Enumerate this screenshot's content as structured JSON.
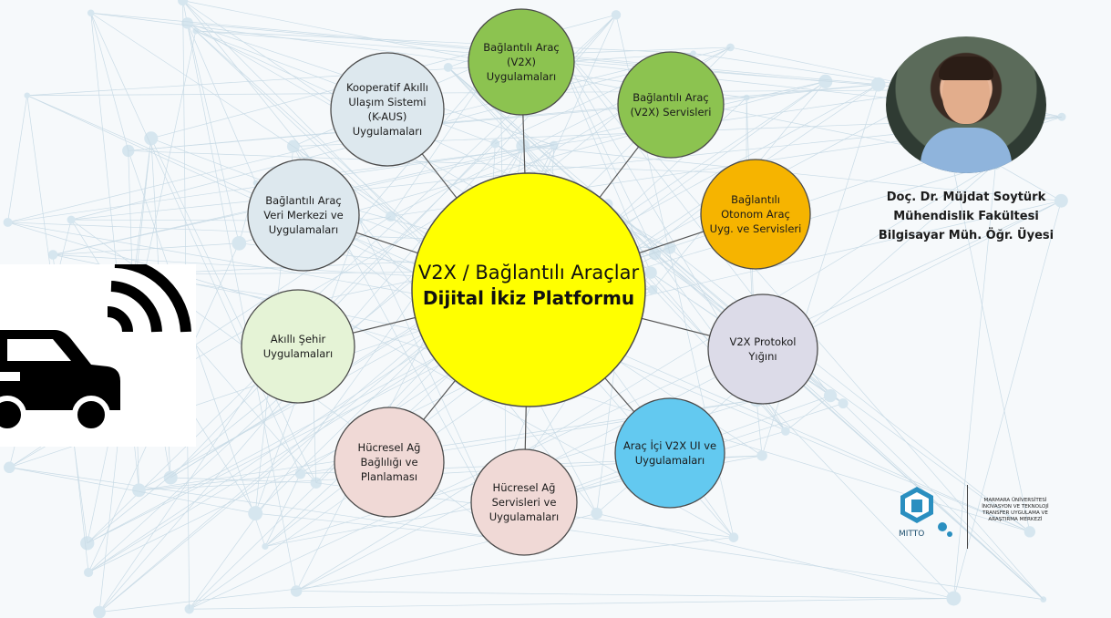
{
  "center": {
    "title": "V2X / Bağlantılı Araçlar",
    "subtitle": "Dijital İkiz Platformu"
  },
  "nodes": [
    {
      "id": "connected-vehicle-apps",
      "lines": [
        "Bağlantılı Araç",
        "(V2X)",
        "Uygulamaları"
      ],
      "color": "#8cc350"
    },
    {
      "id": "connected-vehicle-services",
      "lines": [
        "Bağlantılı Araç",
        "(V2X) Servisleri"
      ],
      "color": "#8cc350"
    },
    {
      "id": "autonomous-vehicle",
      "lines": [
        "Bağlantılı",
        "Otonom Araç",
        "Uyg. ve Servisleri"
      ],
      "color": "#f6b400"
    },
    {
      "id": "v2x-protocol-stack",
      "lines": [
        "V2X Protokol",
        "Yığını"
      ],
      "color": "#dcdbe8"
    },
    {
      "id": "in-vehicle-ui",
      "lines": [
        "Araç İçi V2X UI ve",
        "Uygulamaları"
      ],
      "color": "#63c9f0"
    },
    {
      "id": "cellular-services",
      "lines": [
        "Hücresel Ağ",
        "Servisleri ve",
        "Uygulamaları"
      ],
      "color": "#f0d9d6"
    },
    {
      "id": "cellular-connectivity",
      "lines": [
        "Hücresel Ağ",
        "Bağlılığı ve",
        "Planlaması"
      ],
      "color": "#f0d9d6"
    },
    {
      "id": "smart-city",
      "lines": [
        "Akıllı Şehir",
        "Uygulamaları"
      ],
      "color": "#e5f3d6"
    },
    {
      "id": "data-center",
      "lines": [
        "Bağlantılı Araç",
        "Veri Merkezi ve",
        "Uygulamaları"
      ],
      "color": "#dde8ee"
    },
    {
      "id": "k-aus",
      "lines": [
        "Kooperatif Akıllı",
        "Ulaşım Sistemi",
        "(K-AUS)",
        "Uygulamaları"
      ],
      "color": "#dde8ee"
    }
  ],
  "colors": {
    "center_fill": "#ffff00",
    "outline": "#4a4a4a",
    "connector": "#555555"
  },
  "profile": {
    "name": "Doç. Dr. Müjdat Soytürk",
    "faculty": "Mühendislik Fakültesi",
    "title": "Bilgisayar Müh. Öğr. Üyesi"
  },
  "logo": {
    "mark": "MITTO",
    "lines": [
      "MARMARA ÜNİVERSİTESİ",
      "İNOVASYON VE TEKNOLOJİ",
      "TRANSFER UYGULAMA VE",
      "ARAŞTIRMA MERKEZİ"
    ]
  },
  "icons": {
    "car": "connected-car-icon"
  }
}
